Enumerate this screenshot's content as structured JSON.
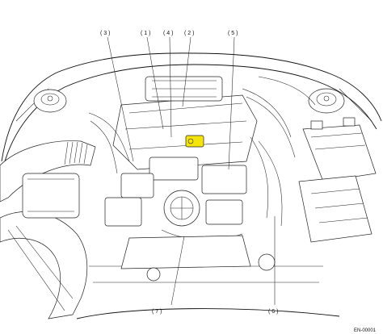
{
  "callouts": {
    "c1": "( 1 )",
    "c2": "( 2 )",
    "c3": "( 3 )",
    "c4": "( 4 )",
    "c5": "( 5 )",
    "c6": "( 6 )",
    "c7": "( 7 )"
  },
  "reference_code": "EN-00001",
  "highlight_color": "#f4e409"
}
